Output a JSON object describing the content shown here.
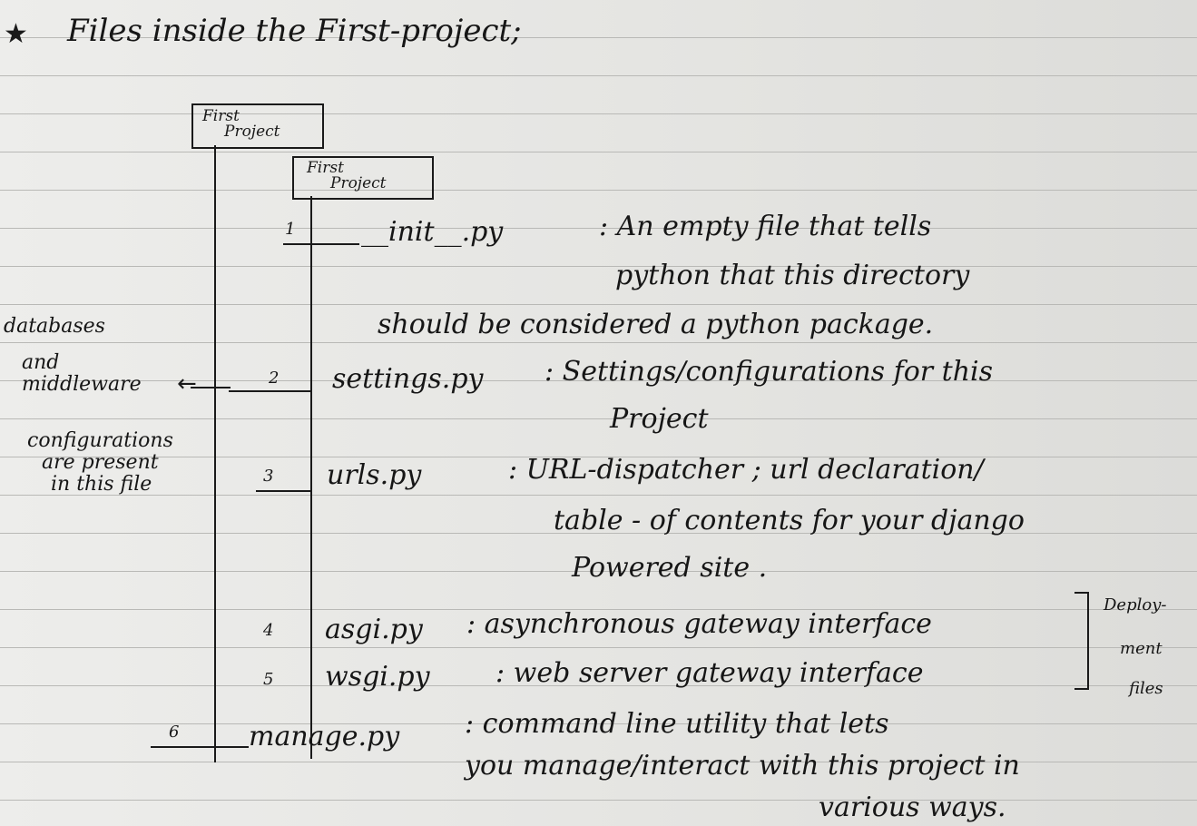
{
  "title": "Files inside the First-project;",
  "outer_folder": {
    "line1": "First",
    "line2": "Project"
  },
  "inner_folder": {
    "line1": "First",
    "line2": "Project"
  },
  "files": [
    {
      "num": "1",
      "name": "__init__.py",
      "desc": [
        ": An empty file that tells",
        "python that this directory",
        "should be considered a python package."
      ]
    },
    {
      "num": "2",
      "name": "settings.py",
      "desc": [
        ": Settings/configurations for this",
        "Project"
      ]
    },
    {
      "num": "3",
      "name": "urls.py",
      "desc": [
        ": URL-dispatcher ; url declaration/",
        "table - of contents for your django",
        "Powered site ."
      ]
    },
    {
      "num": "4",
      "name": "asgi.py",
      "desc": [
        ": asynchronous gateway interface"
      ]
    },
    {
      "num": "5",
      "name": "wsgi.py",
      "desc": [
        ": web server gateway interface"
      ]
    },
    {
      "num": "6",
      "name": "manage.py",
      "desc": [
        ": command line utility that lets",
        "you manage/interact with this project in",
        "various ways."
      ]
    }
  ],
  "side_note": [
    "databases",
    "and",
    "middleware",
    "configurations",
    "are present",
    "in this file"
  ],
  "deploy_note": [
    "Deploy-",
    "ment",
    "files"
  ]
}
